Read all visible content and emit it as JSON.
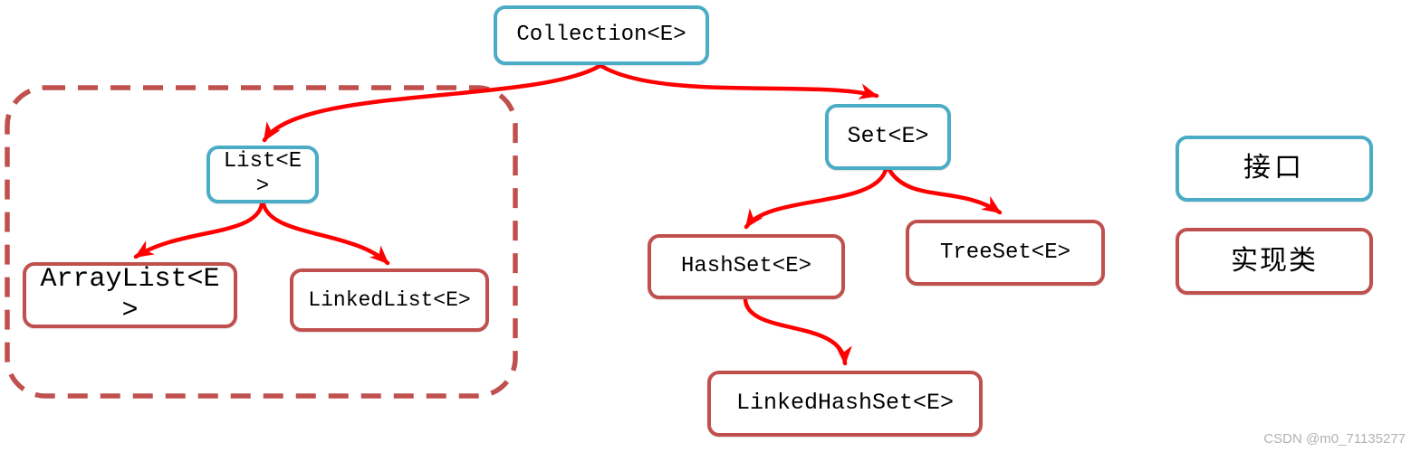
{
  "diagram": {
    "nodes": {
      "collection": {
        "label": "Collection<E>",
        "type": "interface"
      },
      "list": {
        "label": "List<E\n>",
        "type": "interface"
      },
      "arraylist": {
        "label": "ArrayList<E\n>",
        "type": "class"
      },
      "linkedlist": {
        "label": "LinkedList<E>",
        "type": "class"
      },
      "set": {
        "label": "Set<E>",
        "type": "interface"
      },
      "hashset": {
        "label": "HashSet<E>",
        "type": "class"
      },
      "treeset": {
        "label": "TreeSet<E>",
        "type": "class"
      },
      "linkedhashset": {
        "label": "LinkedHashSet<E>",
        "type": "class"
      }
    },
    "edges": [
      {
        "from": "Collection<E>",
        "to": "List<E>"
      },
      {
        "from": "Collection<E>",
        "to": "Set<E>"
      },
      {
        "from": "List<E>",
        "to": "ArrayList<E>"
      },
      {
        "from": "List<E>",
        "to": "LinkedList<E>"
      },
      {
        "from": "Set<E>",
        "to": "HashSet<E>"
      },
      {
        "from": "Set<E>",
        "to": "TreeSet<E>"
      },
      {
        "from": "HashSet<E>",
        "to": "LinkedHashSet<E>"
      }
    ],
    "dashed_group": {
      "contains": [
        "List<E>",
        "ArrayList<E>",
        "LinkedList<E>"
      ]
    }
  },
  "legend": {
    "interface_label": "接口",
    "class_label": "实现类"
  },
  "watermark": "CSDN @m0_71135277",
  "colors": {
    "interface_border": "#4BACC6",
    "class_border": "#C0504D",
    "arrow": "#FF0000",
    "dashed_outline": "#C0504D",
    "watermark": "#B3B3B3"
  }
}
